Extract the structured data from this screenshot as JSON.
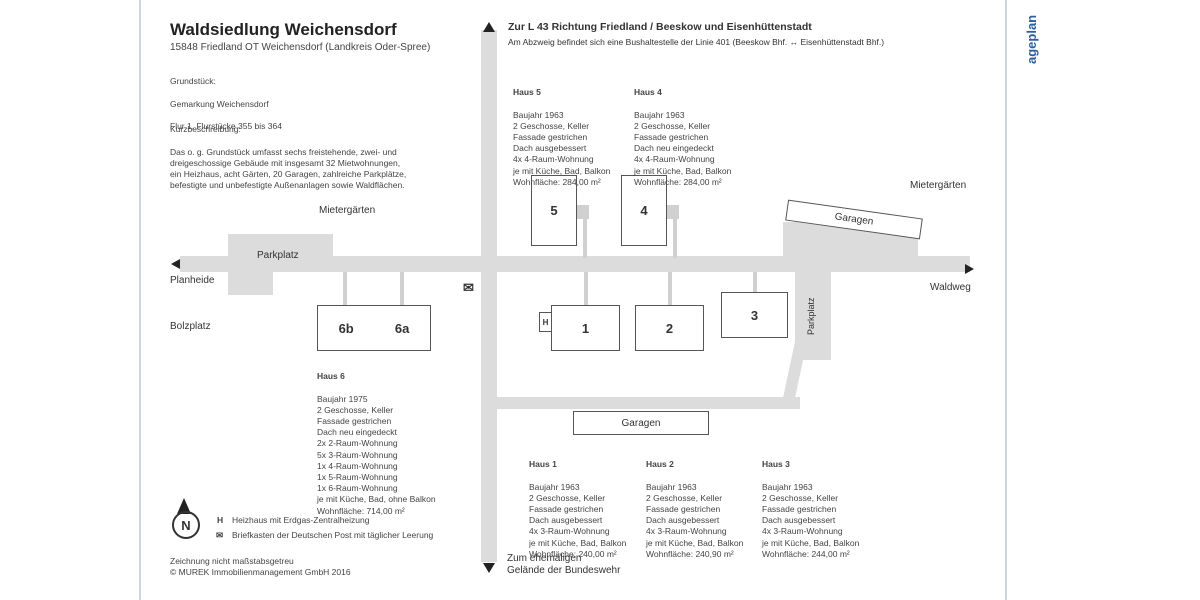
{
  "side_tab": "ageplan",
  "header": {
    "title": "Waldsiedlung Weichensdorf",
    "address": "15848 Friedland OT Weichensdorf (Landkreis Oder-Spree)"
  },
  "grundstueck": {
    "heading": "Grundstück:",
    "line1": "Gemarkung Weichensdorf",
    "line2": "Flur 1, Flurstücke 355 bis 364"
  },
  "kurz": {
    "heading": "Kurzbeschreibung:",
    "text": "Das o. g. Grundstück umfasst sechs freistehende, zwei- und\ndreigeschossige Gebäude mit insgesamt 32 Mietwohnungen,\nein Heizhaus, acht Gärten, 20 Garagen, zahlreiche Parkplätze,\nbefestigte und unbefestigte Außenanlagen sowie Waldflächen."
  },
  "directions": {
    "north_title": "Zur L 43 Richtung Friedland / Beeskow und Eisenhüttenstadt",
    "north_sub": "Am Abzweig befindet sich eine Bushaltestelle der Linie 401 (Beeskow Bhf. ↔ Eisenhüttenstadt Bhf.)",
    "south_line1": "Zum ehemaligen",
    "south_line2": "Gelände der Bundeswehr",
    "west": "Planheide",
    "east": "Waldweg"
  },
  "map_labels": {
    "mietergaerten_left": "Mietergärten",
    "mietergaerten_right": "Mietergärten",
    "parkplatz_left": "Parkplatz",
    "parkplatz_right": "Parkplatz",
    "bolzplatz": "Bolzplatz",
    "garagen_top": "Garagen",
    "garagen_bottom": "Garagen",
    "heizhaus": "H",
    "post_symbol": "✉"
  },
  "buildings": {
    "b1": "1",
    "b2": "2",
    "b3": "3",
    "b4": "4",
    "b5": "5",
    "b6a": "6a",
    "b6b": "6b"
  },
  "houses": {
    "haus5": {
      "title": "Haus 5",
      "text": "Baujahr 1963\n2 Geschosse, Keller\nFassade gestrichen\nDach ausgebessert\n4x 4-Raum-Wohnung\nje mit Küche, Bad, Balkon\nWohnfläche: 284,00 m²"
    },
    "haus4": {
      "title": "Haus 4",
      "text": "Baujahr 1963\n2 Geschosse, Keller\nFassade gestrichen\nDach neu eingedeckt\n4x 4-Raum-Wohnung\nje mit Küche, Bad, Balkon\nWohnfläche: 284,00 m²"
    },
    "haus6": {
      "title": "Haus 6",
      "text": "Baujahr 1975\n2 Geschosse, Keller\nFassade gestrichen\nDach neu eingedeckt\n2x 2-Raum-Wohnung\n5x 3-Raum-Wohnung\n1x 4-Raum-Wohnung\n1x 5-Raum-Wohnung\n1x 6-Raum-Wohnung\nje mit Küche, Bad, ohne Balkon\nWohnfläche: 714,00 m²"
    },
    "haus1": {
      "title": "Haus 1",
      "text": "Baujahr 1963\n2 Geschosse, Keller\nFassade gestrichen\nDach ausgebessert\n4x 3-Raum-Wohnung\nje mit Küche, Bad, Balkon\nWohnfläche: 240,00 m²"
    },
    "haus2": {
      "title": "Haus 2",
      "text": "Baujahr 1963\n2 Geschosse, Keller\nFassade gestrichen\nDach ausgebessert\n4x 3-Raum-Wohnung\nje mit Küche, Bad, Balkon\nWohnfläche: 240,90 m²"
    },
    "haus3": {
      "title": "Haus 3",
      "text": "Baujahr 1963\n2 Geschosse, Keller\nFassade gestrichen\nDach ausgebessert\n4x 3-Raum-Wohnung\nje mit Küche, Bad, Balkon\nWohnfläche: 244,00 m²"
    }
  },
  "legend": {
    "compass": "N",
    "h_key": "H",
    "h_text": "Heizhaus mit Erdgas-Zentralheizung",
    "post_key": "✉",
    "post_text": "Briefkasten der Deutschen Post mit täglicher Leerung"
  },
  "footer": {
    "line1": "Zeichnung nicht maßstabsgetreu",
    "line2": "© MUREK Immobilienmanagement GmbH 2016"
  }
}
